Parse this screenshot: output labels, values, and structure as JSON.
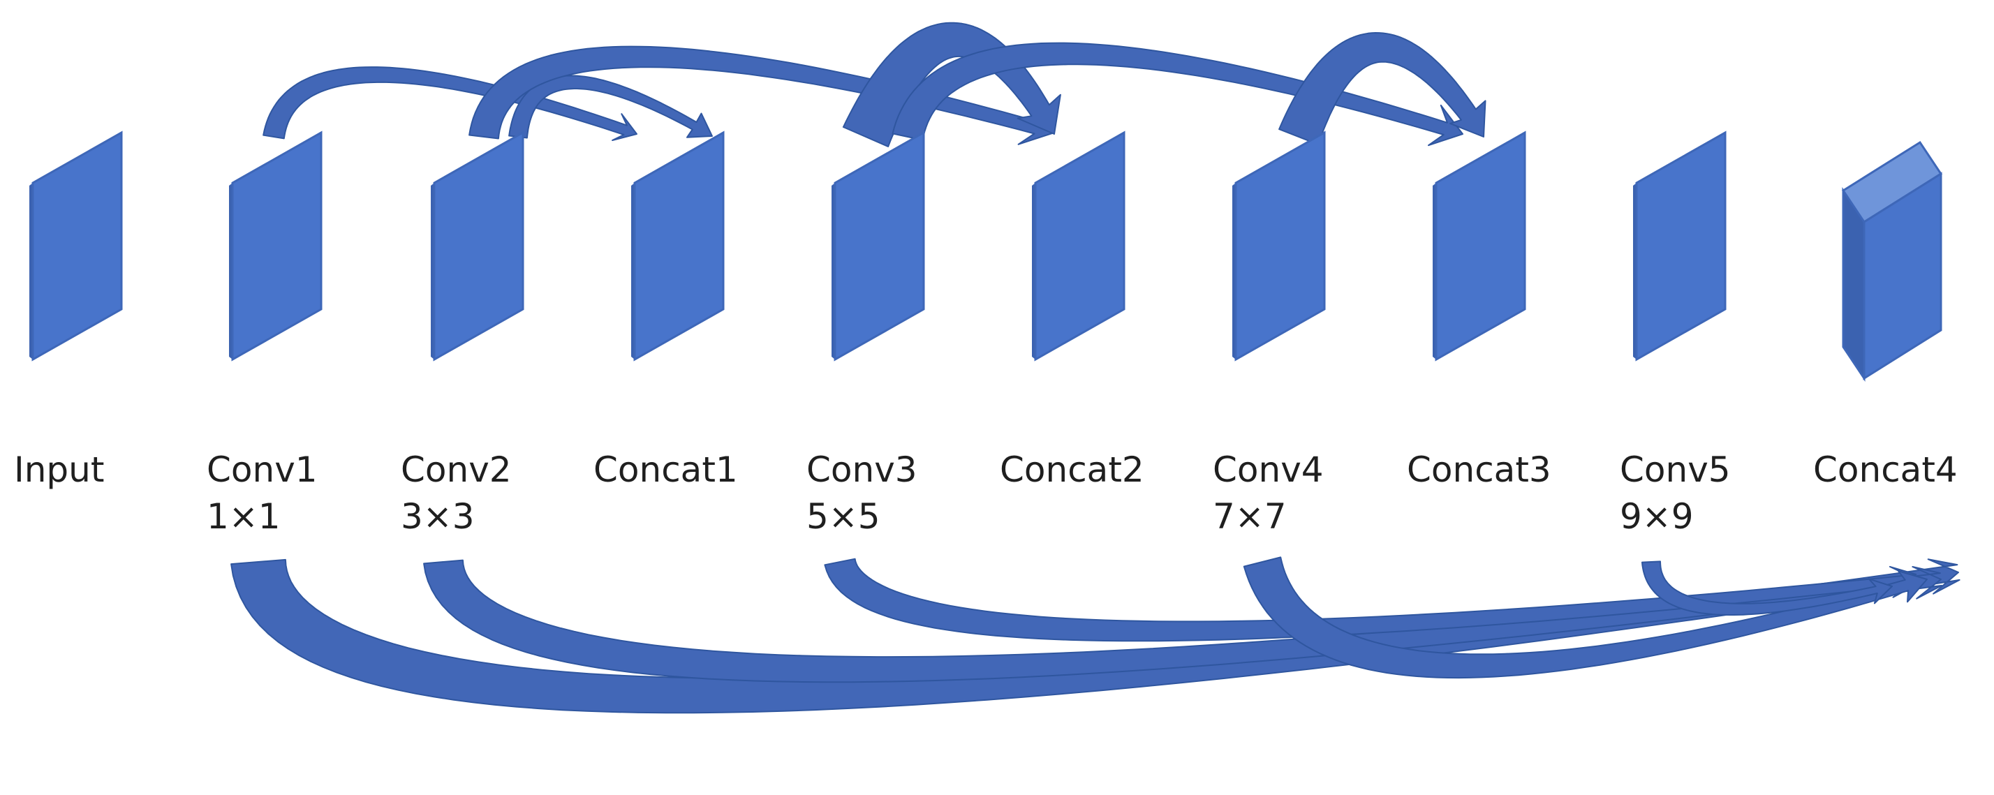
{
  "diagram": {
    "colors": {
      "block_fill": "#4874cb",
      "block_edge": "#3e67b8",
      "block_dark": "#3b62b0",
      "block_top": "#6f95da",
      "arrow_fill": "#4267b7",
      "arrow_edge": "#2f569f",
      "label": "#1f1f1f"
    },
    "layers": [
      {
        "id": "input",
        "name": "Input",
        "kernel": ""
      },
      {
        "id": "conv1",
        "name": "Conv1",
        "kernel": "1×1"
      },
      {
        "id": "conv2",
        "name": "Conv2",
        "kernel": "3×3"
      },
      {
        "id": "concat1",
        "name": "Concat1",
        "kernel": ""
      },
      {
        "id": "conv3",
        "name": "Conv3",
        "kernel": "5×5"
      },
      {
        "id": "concat2",
        "name": "Concat2",
        "kernel": ""
      },
      {
        "id": "conv4",
        "name": "Conv4",
        "kernel": "7×7"
      },
      {
        "id": "concat3",
        "name": "Concat3",
        "kernel": ""
      },
      {
        "id": "conv5",
        "name": "Conv5",
        "kernel": "9×9"
      },
      {
        "id": "concat4",
        "name": "Concat4",
        "kernel": ""
      }
    ],
    "connections": [
      {
        "from": "conv1",
        "to": "concat1"
      },
      {
        "from": "conv2",
        "to": "concat1"
      },
      {
        "from": "conv2",
        "to": "concat2"
      },
      {
        "from": "conv3",
        "to": "concat2"
      },
      {
        "from": "conv3",
        "to": "concat3"
      },
      {
        "from": "conv4",
        "to": "concat3"
      },
      {
        "from": "conv1",
        "to": "concat4"
      },
      {
        "from": "conv2",
        "to": "concat4"
      },
      {
        "from": "conv3",
        "to": "concat4"
      },
      {
        "from": "conv4",
        "to": "concat4"
      },
      {
        "from": "conv5",
        "to": "concat4"
      }
    ]
  }
}
